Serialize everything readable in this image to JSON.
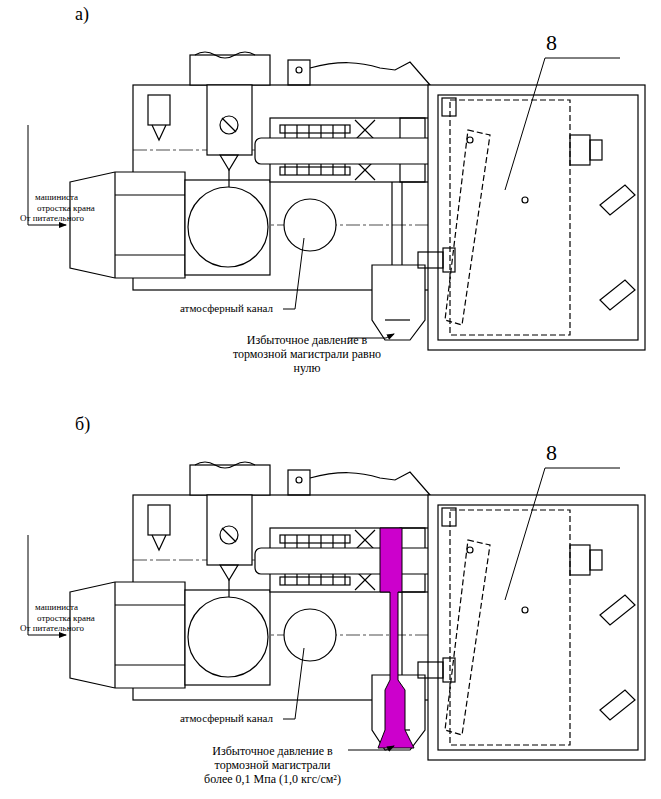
{
  "diagram": {
    "labels": [
      "а)",
      "8",
      "машиниста",
      "отростка крана",
      "От питательного",
      "атмосферный канал",
      "Избыточное давление в тормозной магистрали равно нулю",
      "б)",
      "8",
      "машиниста",
      "отростка крана",
      "От питательного",
      "атмосферный канал",
      "Избыточное давление в тормозной магистрали более 0,1 Мпа (1,0 кгс/см²)"
    ]
  }
}
